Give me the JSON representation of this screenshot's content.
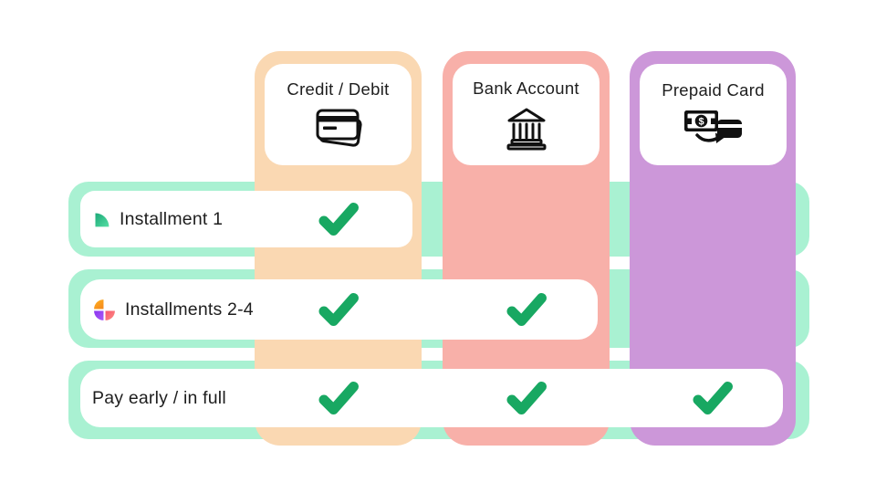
{
  "colors": {
    "mint": "#A9F1D2",
    "peach": "#FAD8B2",
    "salmon": "#F8B0A9",
    "purple": "#CC97D9",
    "check-green": "#18A862",
    "text": "#1E1E1E",
    "qp-a": "#1CA878",
    "qp-b": "#55DFA4",
    "pie-orange-a": "#FFB31E",
    "pie-orange-b": "#F68D1E",
    "pie-purple-a": "#8B33F0",
    "pie-purple-b": "#A85CF5",
    "pie-pink-a": "#F8536F",
    "pie-pink-b": "#FC9184"
  },
  "columns": [
    {
      "label": "Credit / Debit",
      "icon": "credit-card-icon"
    },
    {
      "label": "Bank Account",
      "icon": "bank-icon"
    },
    {
      "label": "Prepaid Card",
      "icon": "cash-to-card-icon"
    }
  ],
  "rows": [
    {
      "label": "Installment 1",
      "icon": "quarter-pie-icon",
      "supported": [
        true,
        false,
        false
      ]
    },
    {
      "label": "Installments 2-4",
      "icon": "three-quarter-pie-icon",
      "supported": [
        true,
        true,
        false
      ]
    },
    {
      "label": "Pay early / in full",
      "icon": null,
      "supported": [
        true,
        true,
        true
      ]
    }
  ],
  "check_symbol": "green-checkmark"
}
